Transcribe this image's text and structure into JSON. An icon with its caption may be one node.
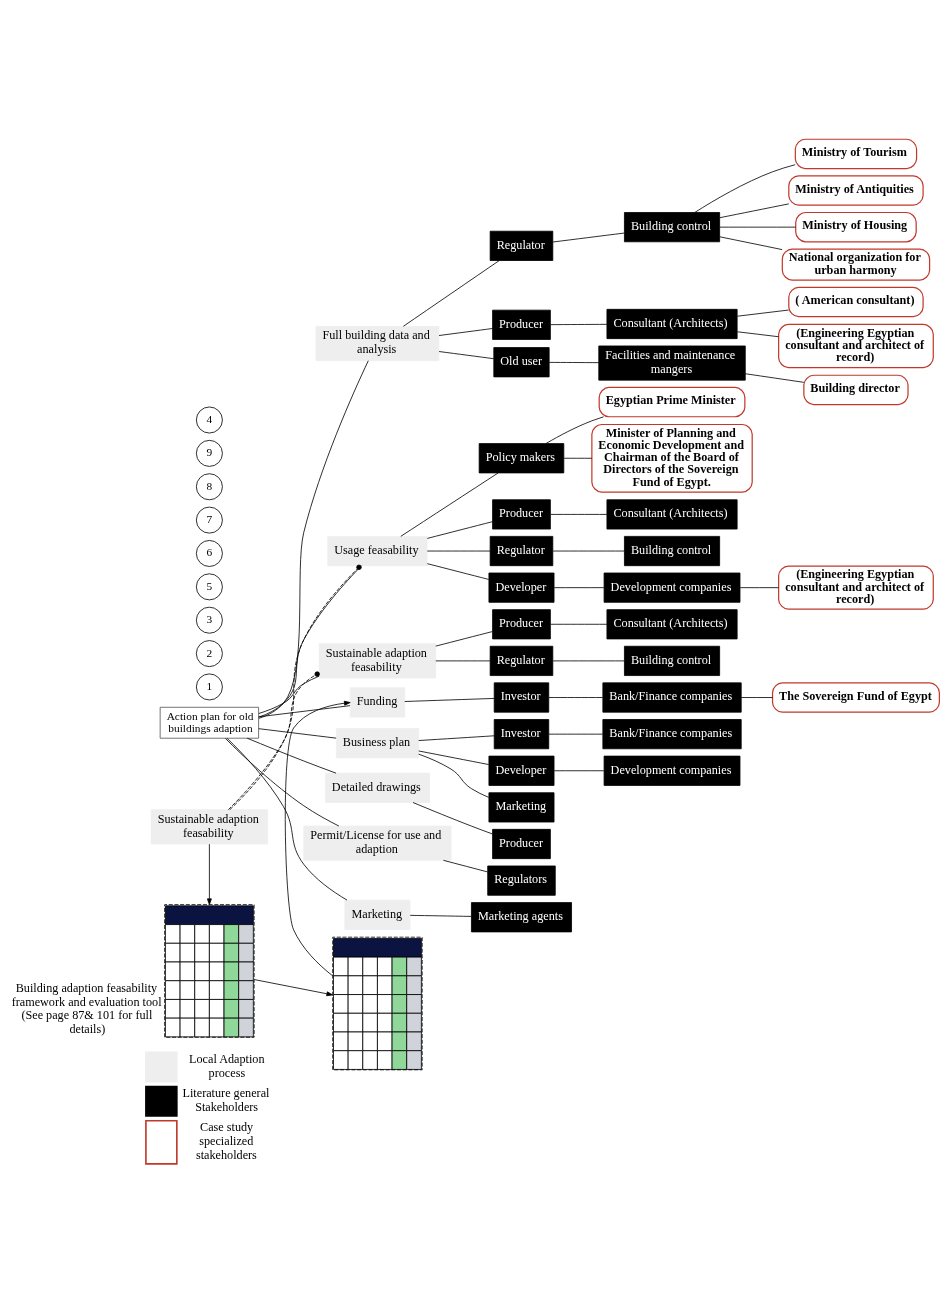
{
  "diagram": {
    "nodes": [
      {
        "text": [
          "Action plan for old buildings adaption"
        ]
      },
      {
        "text": [
          "1"
        ]
      },
      {
        "text": [
          "Full building data and analysis"
        ]
      },
      {
        "text": [
          "Regulator"
        ]
      },
      {
        "text": [
          "Building control"
        ]
      },
      {
        "text": [
          "Ministry of Tourism"
        ]
      },
      {
        "text": [
          "Ministry of Antiquities"
        ]
      },
      {
        "text": [
          "Ministry of Housing"
        ]
      },
      {
        "text": [
          "National organization for urban harmony"
        ]
      },
      {
        "text": [
          "Producer"
        ]
      },
      {
        "text": [
          "Consultant (Architects)"
        ]
      },
      {
        "text": [
          "( American consultant)"
        ]
      },
      {
        "text": [
          "(Engineering Egyptian consultant and architect of record)"
        ]
      },
      {
        "text": [
          "Old user"
        ]
      },
      {
        "text": [
          "Facilities and maintenance mangers"
        ]
      },
      {
        "text": [
          "Building director"
        ]
      },
      {
        "text": [
          "2"
        ]
      },
      {
        "text": [
          "3"
        ]
      },
      {
        "text": [
          "Sustainable adaption feasability"
        ]
      },
      {
        "text": [
          "Usage feasability"
        ]
      },
      {
        "text": [
          "Policy makers"
        ]
      },
      {
        "text": [
          "Egyptian Prime Minister"
        ]
      },
      {
        "text": [
          "Minister of Planning and Economic Development and Chairman of the Board of Directors of the Sovereign Fund of Egypt."
        ]
      },
      {
        "text": [
          "Producer"
        ]
      },
      {
        "text": [
          "Consultant (Architects)"
        ]
      },
      {
        "text": [
          "Regulator"
        ]
      },
      {
        "text": [
          "Building control"
        ]
      },
      {
        "text": [
          "Developer"
        ]
      },
      {
        "text": [
          "Development companies"
        ]
      },
      {
        "text": [
          "(Engineering Egyptian consultant and architect of record)"
        ]
      },
      {
        "text": [
          "Sustainable adaption feasability"
        ]
      },
      {
        "text": [
          "Producer"
        ]
      },
      {
        "text": [
          "Consultant (Architects)"
        ]
      },
      {
        "text": [
          "Regulator"
        ]
      },
      {
        "text": [
          "Building control"
        ]
      },
      {
        "text": [
          "5"
        ]
      },
      {
        "text": [
          "Funding"
        ]
      },
      {
        "text": [
          "Investor"
        ]
      },
      {
        "text": [
          "Bank/Finance companies"
        ]
      },
      {
        "text": [
          "The Sovereign Fund of Egypt"
        ]
      },
      {
        "text": [
          "6"
        ]
      },
      {
        "text": [
          "Business plan"
        ]
      },
      {
        "text": [
          "Investor"
        ]
      },
      {
        "text": [
          "Bank/Finance companies"
        ]
      },
      {
        "text": [
          "Developer"
        ]
      },
      {
        "text": [
          "Development companies"
        ]
      },
      {
        "text": [
          "Marketing"
        ]
      },
      {
        "text": [
          "7"
        ]
      },
      {
        "text": [
          "Detailed drawings"
        ]
      },
      {
        "text": [
          "Producer"
        ]
      },
      {
        "text": [
          "8"
        ]
      },
      {
        "text": [
          "Permit/License for use and adaption"
        ]
      },
      {
        "text": [
          "Regulators"
        ]
      },
      {
        "text": [
          "9"
        ]
      },
      {
        "text": [
          "Marketing"
        ]
      },
      {
        "text": [
          "Marketing agents"
        ]
      },
      {
        "text": [],
        "shape": "table",
        "beside": [
          "Building adaption feasability framework and evaluation tool (See page 87& 101 for full details)"
        ]
      },
      {
        "text": [
          "4"
        ]
      },
      {
        "text": [],
        "shape": "table"
      }
    ],
    "edges": [
      {
        "from": 0,
        "to": 2,
        "arrow": "none"
      },
      {
        "from": 0,
        "to": 19,
        "arrow": "none"
      },
      {
        "from": 0,
        "to": 30,
        "arrow": "none"
      },
      {
        "from": 0,
        "to": 36,
        "arrow": "none"
      },
      {
        "from": 0,
        "to": 41,
        "arrow": "none"
      },
      {
        "from": 0,
        "to": 48,
        "arrow": "none"
      },
      {
        "from": 0,
        "to": 51,
        "arrow": "none"
      },
      {
        "from": 0,
        "to": 54,
        "arrow": "none"
      },
      {
        "from": 2,
        "to": 3,
        "arrow": "none"
      },
      {
        "from": 3,
        "to": 4,
        "arrow": "none"
      },
      {
        "from": 4,
        "to": 5,
        "arrow": "none"
      },
      {
        "from": 4,
        "to": 6,
        "arrow": "none"
      },
      {
        "from": 4,
        "to": 7,
        "arrow": "none"
      },
      {
        "from": 4,
        "to": 8,
        "arrow": "none"
      },
      {
        "from": 2,
        "to": 9,
        "arrow": "none"
      },
      {
        "from": 9,
        "to": 10,
        "arrow": "none"
      },
      {
        "from": 10,
        "to": 11,
        "arrow": "none"
      },
      {
        "from": 10,
        "to": 12,
        "arrow": "none"
      },
      {
        "from": 2,
        "to": 13,
        "arrow": "none"
      },
      {
        "from": 13,
        "to": 14,
        "arrow": "none"
      },
      {
        "from": 14,
        "to": 15,
        "arrow": "none"
      },
      {
        "from": 18,
        "to": 19,
        "arrow": "other",
        "style": "dashed"
      },
      {
        "from": 18,
        "to": 30,
        "arrow": "other",
        "style": "dashed"
      },
      {
        "from": 19,
        "to": 20,
        "arrow": "none"
      },
      {
        "from": 20,
        "to": 21,
        "arrow": "none"
      },
      {
        "from": 20,
        "to": 22,
        "arrow": "none"
      },
      {
        "from": 19,
        "to": 23,
        "arrow": "none"
      },
      {
        "from": 23,
        "to": 24,
        "arrow": "none"
      },
      {
        "from": 19,
        "to": 25,
        "arrow": "none"
      },
      {
        "from": 25,
        "to": 26,
        "arrow": "none"
      },
      {
        "from": 19,
        "to": 27,
        "arrow": "none"
      },
      {
        "from": 27,
        "to": 28,
        "arrow": "none"
      },
      {
        "from": 28,
        "to": 29,
        "arrow": "none"
      },
      {
        "from": 30,
        "to": 31,
        "arrow": "none"
      },
      {
        "from": 31,
        "to": 32,
        "arrow": "none"
      },
      {
        "from": 30,
        "to": 33,
        "arrow": "none"
      },
      {
        "from": 33,
        "to": 34,
        "arrow": "none"
      },
      {
        "from": 36,
        "to": 37,
        "arrow": "none"
      },
      {
        "from": 37,
        "to": 38,
        "arrow": "none"
      },
      {
        "from": 38,
        "to": 39,
        "arrow": "none"
      },
      {
        "from": 41,
        "to": 42,
        "arrow": "none"
      },
      {
        "from": 42,
        "to": 43,
        "arrow": "none"
      },
      {
        "from": 41,
        "to": 44,
        "arrow": "none"
      },
      {
        "from": 44,
        "to": 45,
        "arrow": "none"
      },
      {
        "from": 41,
        "to": 46,
        "arrow": "none"
      },
      {
        "from": 48,
        "to": 49,
        "arrow": "none"
      },
      {
        "from": 51,
        "to": 52,
        "arrow": "none"
      },
      {
        "from": 54,
        "to": 55,
        "arrow": "none"
      },
      {
        "from": 18,
        "to": 56,
        "arrow": "to"
      },
      {
        "from": 56,
        "to": 58,
        "arrow": "to"
      },
      {
        "from": 58,
        "to": 36,
        "arrow": "to"
      }
    ],
    "legend": [
      {
        "text": "Local Adaption process",
        "color": "#eeeeee"
      },
      {
        "text": "Literature general Stakeholders",
        "color": "#000000"
      },
      {
        "text": "Case study specialized stakeholders"
      }
    ]
  }
}
